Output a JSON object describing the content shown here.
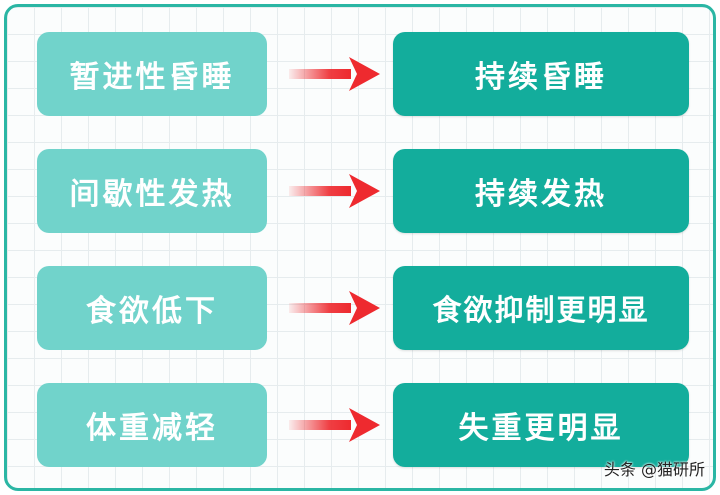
{
  "diagram": {
    "rows": [
      {
        "before": "暂进性昏睡",
        "after": "持续昏睡"
      },
      {
        "before": "间歇性发热",
        "after": "持续发热"
      },
      {
        "before": "食欲低下",
        "after": "食欲抑制更明显"
      },
      {
        "before": "体重减轻",
        "after": "失重更明显"
      }
    ]
  },
  "watermark": "头条 @猫研所",
  "colors": {
    "frame_border": "#2bb6a4",
    "left_box": "#71d3cb",
    "right_box": "#13ad9c",
    "arrow": "#ee2a2f"
  }
}
